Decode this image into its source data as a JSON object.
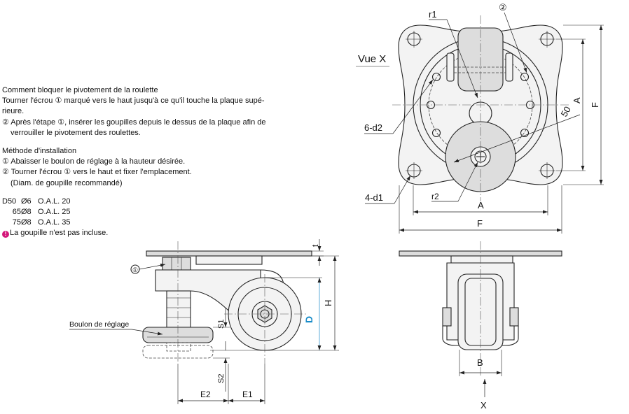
{
  "notes": {
    "lock_title": "Comment bloquer le pivotement de la roulette",
    "lock_step1_a": "Tourner l'écrou ① marqué vers le haut jusqu'à ce qu'il touche la plaque supé-",
    "lock_step1_b": "rieure.",
    "lock_step2_a": "② Après l'étape ①, insérer les goupilles depuis le dessus de la plaque afin de",
    "lock_step2_b": "verrouiller le pivotement des roulettes.",
    "install_title": "Méthode d'installation",
    "install_step1": "① Abaisser le boulon de réglage à la hauteur désirée.",
    "install_step2": "② Tourner l'écrou ① vers le haut et fixer l'emplacement.",
    "install_pin_note": "(Diam. de goupille recommandé)",
    "pin_rows": [
      {
        "d": "D50",
        "pin": "Ø6",
        "oal": "O.A.L. 20"
      },
      {
        "d": "65",
        "pin": "Ø8",
        "oal": "O.A.L. 25"
      },
      {
        "d": "75",
        "pin": "Ø8",
        "oal": "O.A.L. 35"
      }
    ],
    "warning": "La goupille n'est pas incluse."
  },
  "labels": {
    "view_x": "Vue X",
    "r1": "r1",
    "r2": "r2",
    "callout_2": "②",
    "callout_1": "①",
    "d2": "6-d2",
    "d1": "4-d1",
    "dim_50": "50",
    "dim_A": "A",
    "dim_F": "F",
    "dim_t": "t",
    "dim_H": "H",
    "dim_D": "D",
    "dim_S1": "S1",
    "dim_S2": "S2",
    "dim_E2": "E2",
    "dim_E1": "E1",
    "dim_B": "B",
    "arrow_X": "X",
    "adjust_bolt": "Boulon de réglage"
  },
  "colors": {
    "line": "#222222",
    "dimension_D": "#1a8cc8",
    "warning": "#d4177a"
  }
}
